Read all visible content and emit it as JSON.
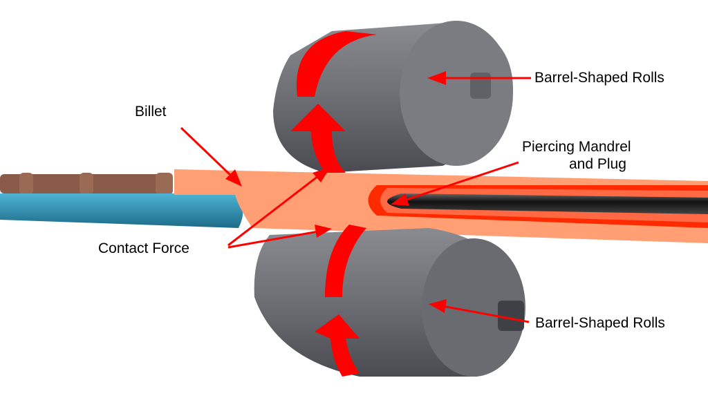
{
  "labels": {
    "rolls_top": "Barrel-Shaped Rolls",
    "rolls_bottom": "Barrel-Shaped Rolls",
    "billet": "Billet",
    "mandrel_line1": "Piercing Mandrel",
    "mandrel_line2": "and Plug",
    "contact_force": "Contact Force"
  },
  "colors": {
    "billet": "#ff9f73",
    "hot_tube": "#ff2a00",
    "arrow": "#ff0000",
    "roll": "#6e6f75",
    "rod": "#2f8fb0",
    "rusty_bar": "#8a5a48",
    "mandrel": "#2a2a2a"
  }
}
